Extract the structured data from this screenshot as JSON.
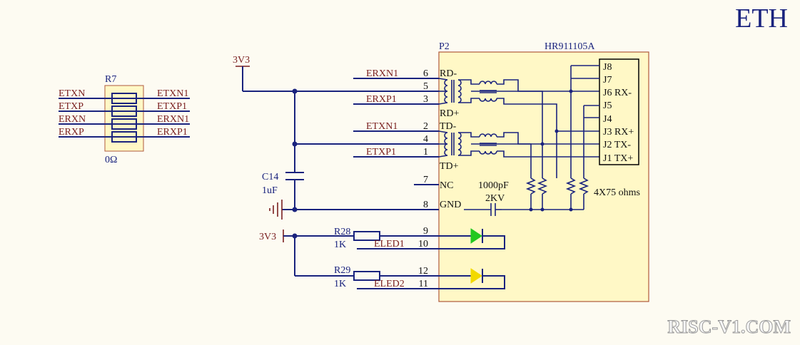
{
  "page_title": "ETH",
  "watermark": "RISC-V1.COM",
  "r7": {
    "ref": "R7",
    "value": "0Ω",
    "left_nets": [
      "ETXN",
      "ETXP",
      "ERXN",
      "ERXP"
    ],
    "right_nets": [
      "ETXN1",
      "ETXP1",
      "ERXN1",
      "ERXP1"
    ]
  },
  "power": {
    "v1": "3V3",
    "v2": "3V3"
  },
  "c14": {
    "ref": "C14",
    "value": "1uF"
  },
  "connector": {
    "ref": "P2",
    "part": "HR911105A",
    "pin_labels": [
      "RD-",
      "RD+",
      "TD-",
      "TD+",
      "NC",
      "GND"
    ],
    "jacks": [
      "J8",
      "J7",
      "J6 RX-",
      "J5",
      "J4",
      "J3 RX+",
      "J2 TX-",
      "J1 TX+"
    ],
    "resistor_note": "4X75 ohms",
    "cap_value": "1000pF",
    "cap_voltage": "2KV"
  },
  "pins": [
    {
      "num": "6",
      "net": "ERXN1"
    },
    {
      "num": "5",
      "net": ""
    },
    {
      "num": "3",
      "net": "ERXP1"
    },
    {
      "num": "2",
      "net": "ETXN1"
    },
    {
      "num": "4",
      "net": ""
    },
    {
      "num": "1",
      "net": "ETXP1"
    },
    {
      "num": "7",
      "net": ""
    },
    {
      "num": "8",
      "net": ""
    },
    {
      "num": "9",
      "net": ""
    },
    {
      "num": "10",
      "net": "ELED1"
    },
    {
      "num": "12",
      "net": ""
    },
    {
      "num": "11",
      "net": "ELED2"
    }
  ],
  "r28": {
    "ref": "R28",
    "value": "1K"
  },
  "r29": {
    "ref": "R29",
    "value": "1K"
  },
  "colors": {
    "wire": "#1a237e",
    "net_label": "#7a1f1f",
    "module_fill": "#fff8c6",
    "module_border": "#b05a3c",
    "led1": "#22c81e",
    "led2": "#f2d900"
  }
}
